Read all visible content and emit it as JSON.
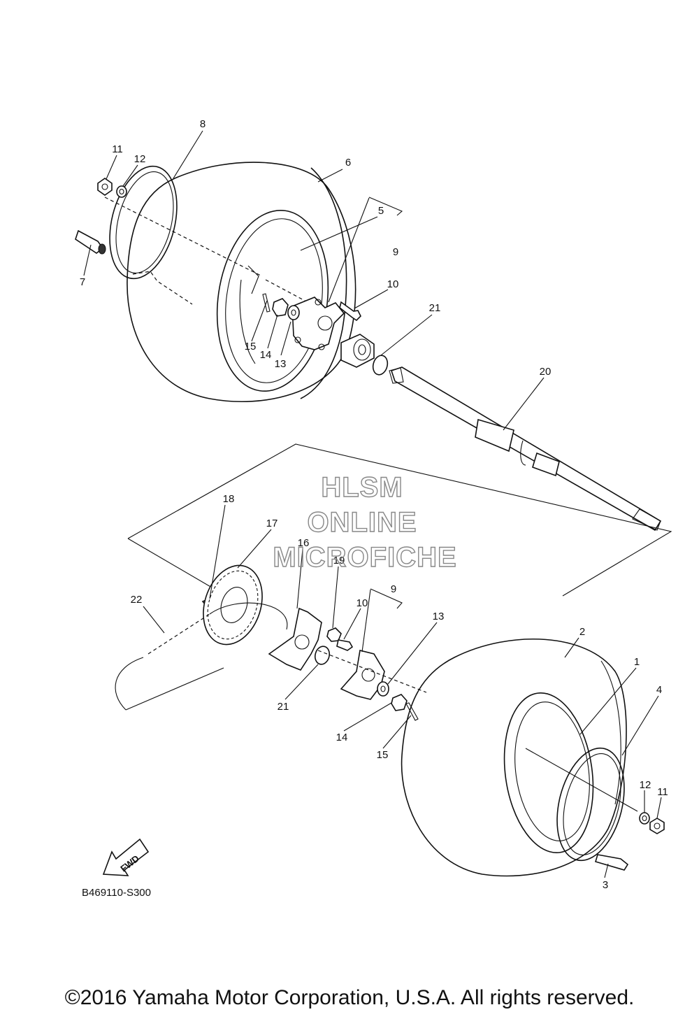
{
  "diagram": {
    "callouts_upper": [
      "8",
      "11",
      "12",
      "6",
      "5",
      "7",
      "9",
      "10",
      "15",
      "14",
      "13",
      "21",
      "20"
    ],
    "callouts_lower": [
      "18",
      "17",
      "16",
      "19",
      "9",
      "10",
      "22",
      "13",
      "2",
      "1",
      "4",
      "21",
      "14",
      "15",
      "12",
      "11",
      "3"
    ],
    "watermark": [
      "HLSM",
      "ONLINE",
      "MICROFICHE"
    ],
    "fwd_label": "FWD",
    "diagram_code": "B469110-S300"
  },
  "footer": {
    "copyright": "©2016 Yamaha Motor Corporation, U.S.A. All rights reserved."
  }
}
